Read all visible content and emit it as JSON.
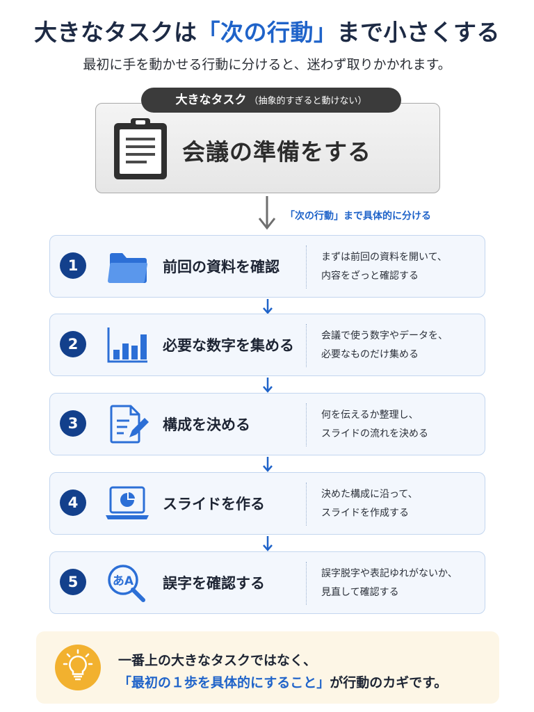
{
  "header": {
    "title_prefix": "大きなタスクは",
    "title_highlight": "「次の行動」",
    "title_suffix": "まで小さくする",
    "subtitle": "最初に手を動かせる行動に分けると、迷わず取りかかれます。"
  },
  "big_task": {
    "pill_main": "大きなタスク",
    "pill_sub": "（抽象的すぎると動けない）",
    "text": "会議の準備をする",
    "icon": "clipboard-icon"
  },
  "arrow_note": "「次の行動」まで具体的に分ける",
  "steps": [
    {
      "num": "1",
      "label": "前回の資料を確認",
      "desc1": "まずは前回の資料を開いて、",
      "desc2": "内容をざっと確認する",
      "icon": "folder-icon"
    },
    {
      "num": "2",
      "label": "必要な数字を集める",
      "desc1": "会議で使う数字やデータを、",
      "desc2": "必要なものだけ集める",
      "icon": "bar-chart-icon"
    },
    {
      "num": "3",
      "label": "構成を決める",
      "desc1": "何を伝えるか整理し、",
      "desc2": "スライドの流れを決める",
      "icon": "document-edit-icon"
    },
    {
      "num": "4",
      "label": "スライドを作る",
      "desc1": "決めた構成に沿って、",
      "desc2": "スライドを作成する",
      "icon": "laptop-chart-icon"
    },
    {
      "num": "5",
      "label": "誤字を確認する",
      "desc1": "誤字脱字や表記ゆれがないか、",
      "desc2": "見直して確認する",
      "icon": "magnifier-text-icon"
    }
  ],
  "tip": {
    "line1": "一番上の大きなタスクではなく、",
    "line2_highlight": "「最初の１歩を具体的にすること」",
    "line2_suffix": "が行動のカギです。",
    "icon": "lightbulb-icon"
  },
  "colors": {
    "accent": "#1f63c9",
    "number_badge": "#13408c",
    "step_bg": "#f3f7fd",
    "tip_bg": "#fdf6e6",
    "bulb": "#f2b12f"
  }
}
